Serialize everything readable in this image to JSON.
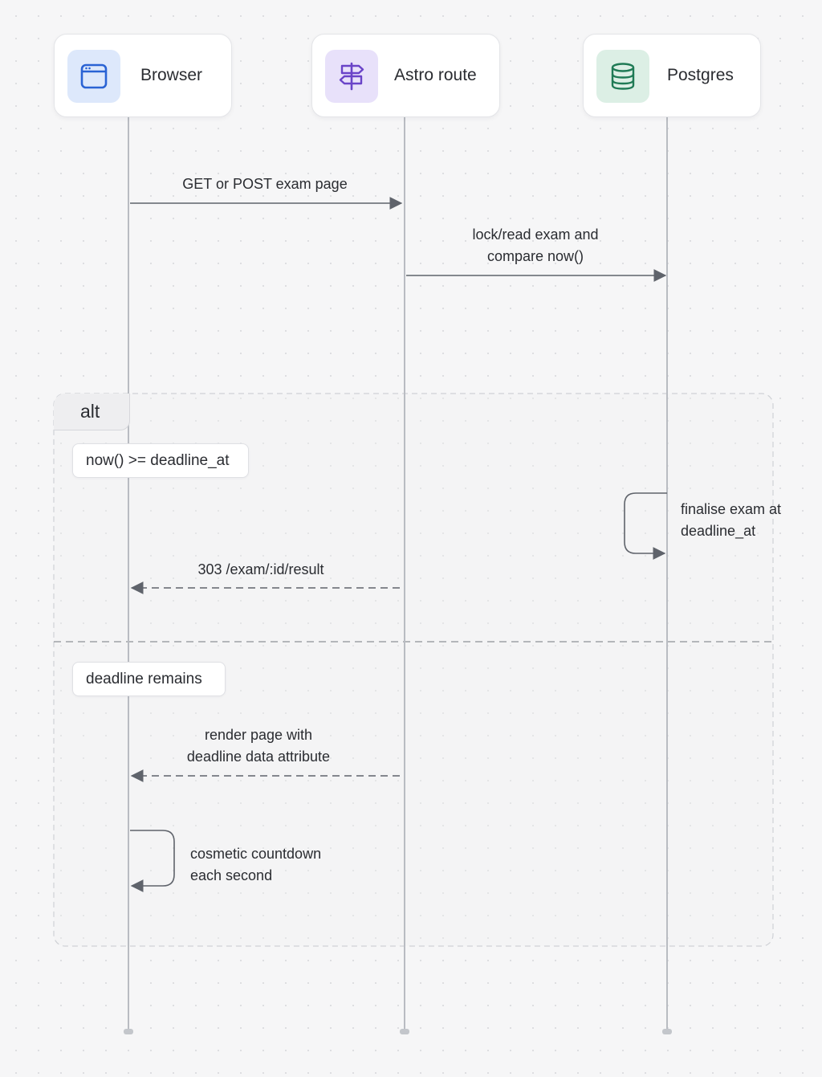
{
  "participants": [
    {
      "id": "browser",
      "label": "Browser",
      "icon": "browser-window-icon"
    },
    {
      "id": "astro",
      "label": "Astro route",
      "icon": "signpost-icon"
    },
    {
      "id": "postgres",
      "label": "Postgres",
      "icon": "database-icon"
    }
  ],
  "messages": [
    {
      "from": "browser",
      "to": "astro",
      "style": "solid",
      "lines": [
        "GET or POST exam page"
      ]
    },
    {
      "from": "astro",
      "to": "postgres",
      "style": "solid",
      "lines": [
        "lock/read exam and",
        "compare now()"
      ]
    },
    {
      "from": "postgres",
      "to": "postgres",
      "style": "self",
      "lines": [
        "finalise exam at",
        "deadline_at"
      ]
    },
    {
      "from": "astro",
      "to": "browser",
      "style": "dashed",
      "lines": [
        "303 /exam/:id/result"
      ]
    },
    {
      "from": "astro",
      "to": "browser",
      "style": "dashed",
      "lines": [
        "render page with",
        "deadline data attribute"
      ]
    },
    {
      "from": "browser",
      "to": "browser",
      "style": "self",
      "lines": [
        "cosmetic countdown",
        "each second"
      ]
    }
  ],
  "frame": {
    "label": "alt",
    "guards": [
      "now() >= deadline_at",
      "deadline remains"
    ]
  },
  "colors": {
    "lifeline": "#b9bcc2",
    "arrow": "#5f636b",
    "frame_border": "#cfd1d6",
    "browser_icon": "#2a63d4",
    "astro_icon": "#6a44c8",
    "postgres_icon": "#1f7a55"
  }
}
